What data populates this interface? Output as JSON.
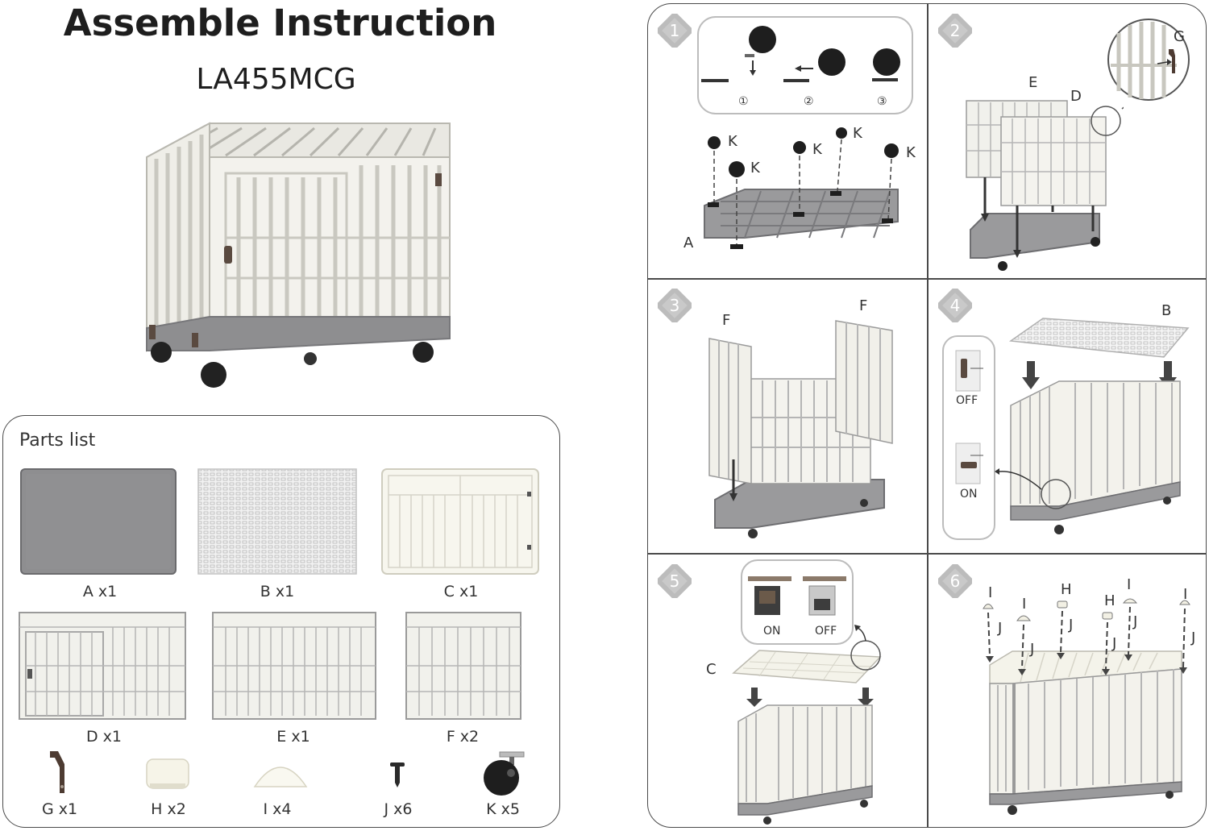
{
  "header": {
    "title": "Assemble Instruction",
    "model": "LA455MCG"
  },
  "parts_list": {
    "title": "Parts list",
    "items": [
      {
        "id": "A",
        "label": "A x1"
      },
      {
        "id": "B",
        "label": "B x1"
      },
      {
        "id": "C",
        "label": "C x1"
      },
      {
        "id": "D",
        "label": "D x1"
      },
      {
        "id": "E",
        "label": "E x1"
      },
      {
        "id": "F",
        "label": "F x2"
      },
      {
        "id": "G",
        "label": "G x1"
      },
      {
        "id": "H",
        "label": "H x2"
      },
      {
        "id": "I",
        "label": "I x4"
      },
      {
        "id": "J",
        "label": "J  x6"
      },
      {
        "id": "K",
        "label": "K x5"
      }
    ]
  },
  "steps": [
    {
      "number": "1",
      "sub_steps": [
        "①",
        "②",
        "③"
      ],
      "labels": {
        "wheel": "K",
        "base": "A"
      }
    },
    {
      "number": "2",
      "labels": {
        "e": "E",
        "d": "D",
        "g": "G"
      }
    },
    {
      "number": "3",
      "labels": {
        "f": "F"
      }
    },
    {
      "number": "4",
      "labels": {
        "b": "B",
        "off": "OFF",
        "on": "ON"
      }
    },
    {
      "number": "5",
      "labels": {
        "c": "C",
        "on": "ON",
        "off": "OFF"
      }
    },
    {
      "number": "6",
      "labels": {
        "i": "I",
        "j": "J",
        "h": "H"
      }
    }
  ],
  "colors": {
    "badge": "#c9c9c9",
    "base_gray": "#8e8e90",
    "panel_cream": "#e6e4dc",
    "wheel": "#222222",
    "outline": "#4a4a4a"
  }
}
